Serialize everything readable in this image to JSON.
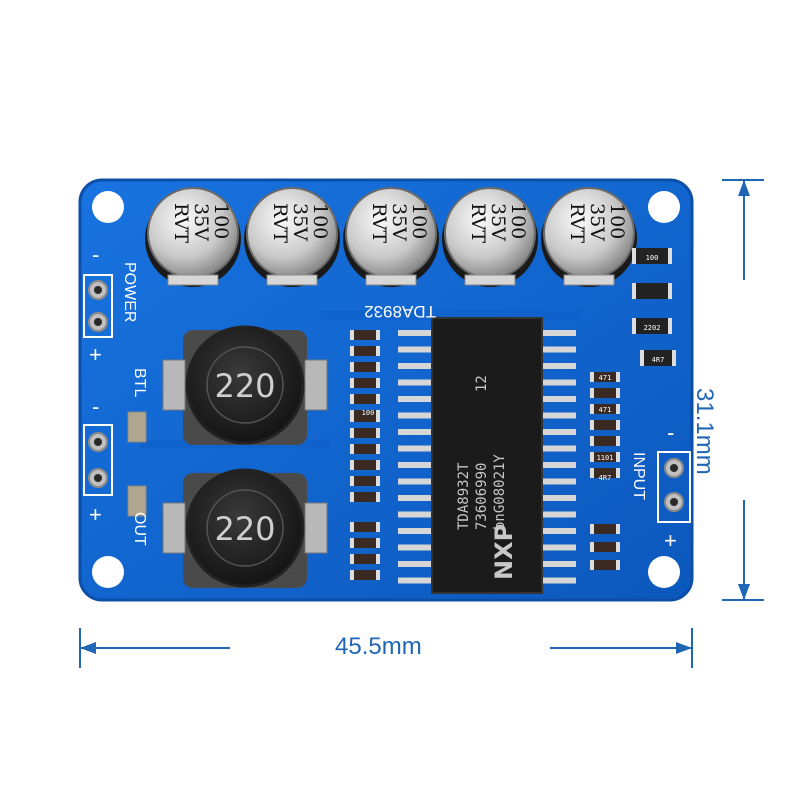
{
  "dimensions": {
    "width": "45.5mm",
    "height": "31.1mm"
  },
  "colors": {
    "board": "#1266d6",
    "board_edge": "#0b4fa8",
    "dimension": "#1f66b4",
    "silkscreen": "#ffffff"
  },
  "silkscreen": {
    "chip_label": "TDA8932",
    "power": "POWER",
    "input": "INPUT",
    "btl": "BTL",
    "out": "OUT",
    "plus": "+",
    "minus": "-"
  },
  "capacitors": [
    {
      "value": "100",
      "voltage": "35V",
      "series": "RVT"
    },
    {
      "value": "100",
      "voltage": "35V",
      "series": "RVT"
    },
    {
      "value": "100",
      "voltage": "35V",
      "series": "RVT"
    },
    {
      "value": "100",
      "voltage": "35V",
      "series": "RVT"
    },
    {
      "value": "100",
      "voltage": "35V",
      "series": "RVT"
    }
  ],
  "inductors": [
    {
      "value": "220"
    },
    {
      "value": "220"
    }
  ],
  "chip": {
    "line1": "TDA8932T",
    "line2": "73606990",
    "line3": "bnG08021Y",
    "brand": "NXP",
    "code": "12"
  },
  "smd_labels": [
    "100",
    "100",
    "2202",
    "471",
    "471",
    "4R7",
    "1101",
    "4R7"
  ]
}
